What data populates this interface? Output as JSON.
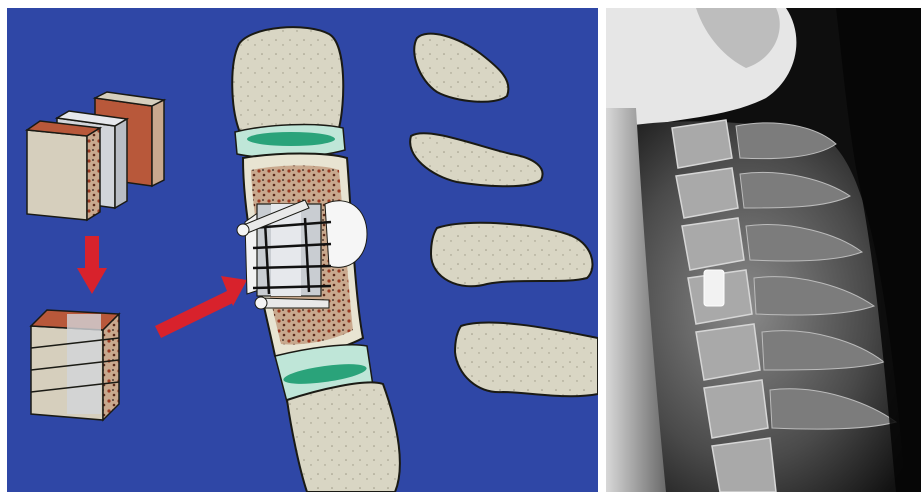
{
  "figure": {
    "left_panel": "surgical-illustration",
    "right_panel": "lateral-cervical-xray"
  },
  "colors": {
    "background_blue": "#2f47a6",
    "bone": "#d9d6c4",
    "bone_outline": "#1a1a14",
    "disc_green": "#2aa37a",
    "disc_ring": "#bfe6d8",
    "marrow": "#b8583a",
    "arrow_red": "#d8222c",
    "graft_grey": "#c9cdd2",
    "graft_tan": "#d6cfbd"
  },
  "icons": [
    "graft-block-stack",
    "assembled-graft-block",
    "arrow-down-icon",
    "arrow-right-icon",
    "screw-icon",
    "wire-icon"
  ]
}
